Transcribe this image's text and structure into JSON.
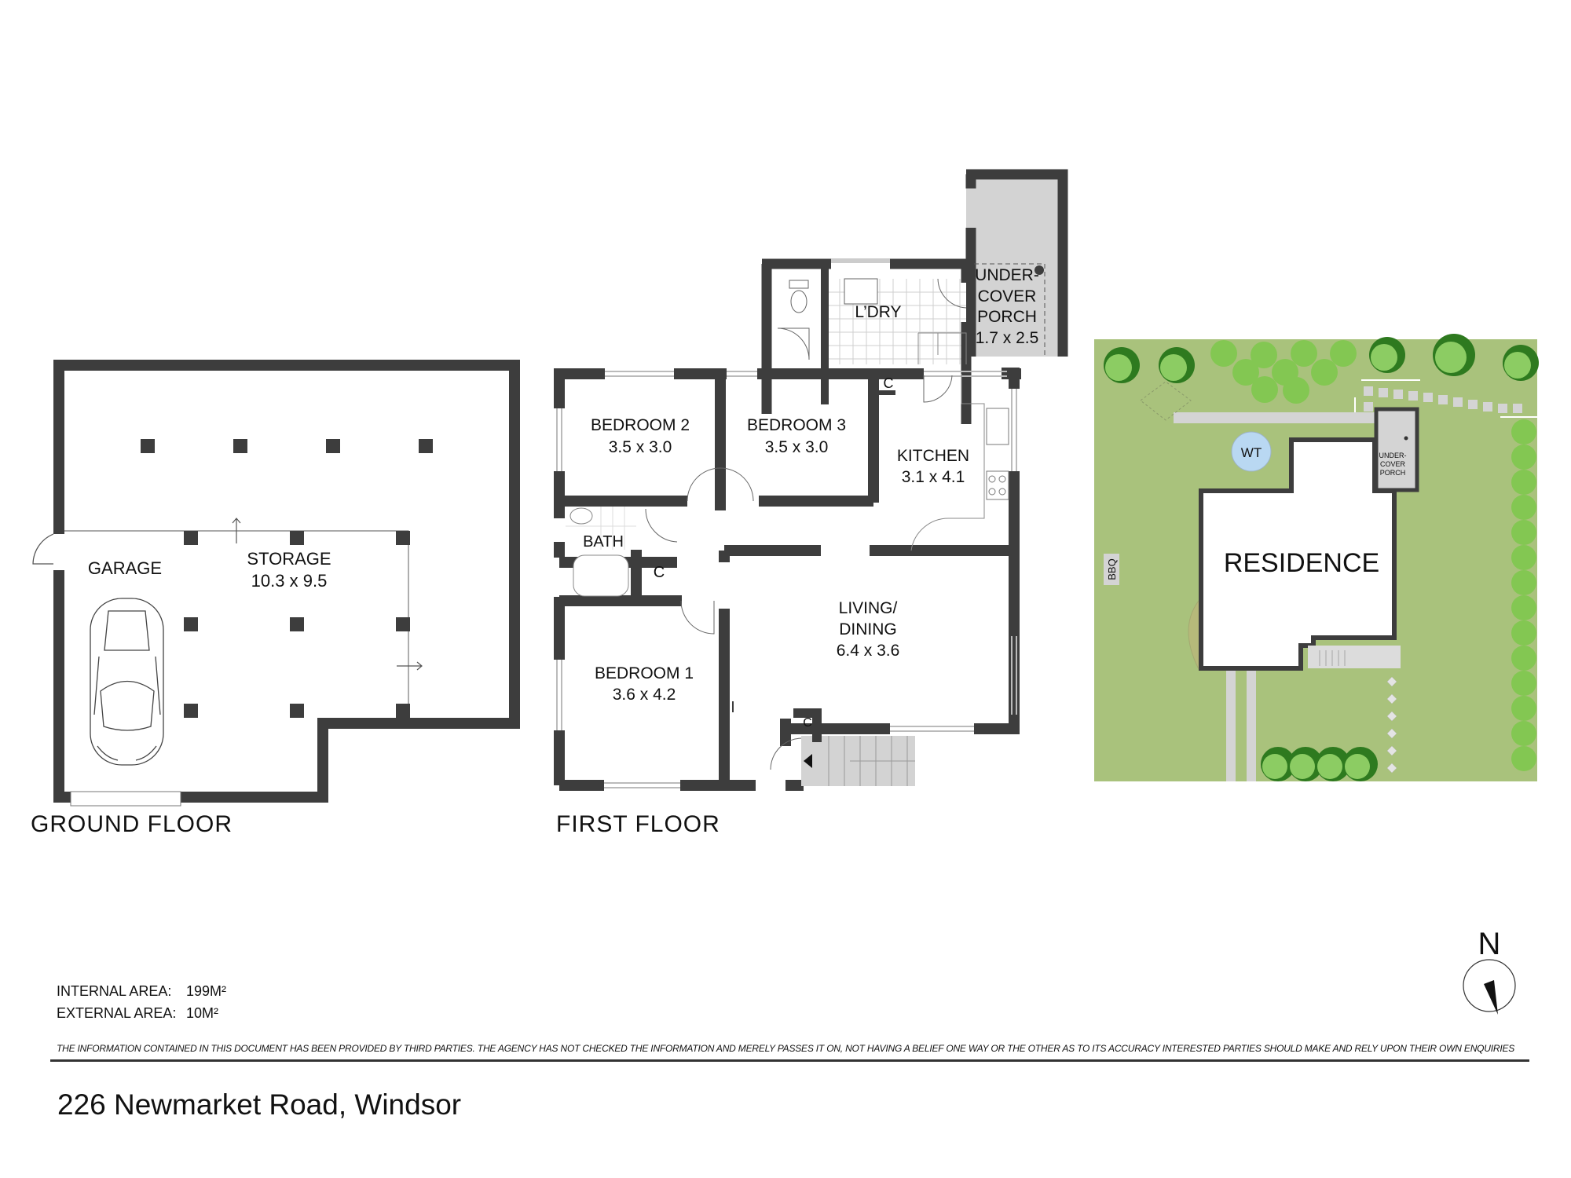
{
  "document": {
    "address": "226 Newmarket Road, Windsor",
    "areas": {
      "internal_label": "INTERNAL AREA:",
      "internal_value": "199M²",
      "external_label": "EXTERNAL AREA:",
      "external_value": "10M²"
    },
    "disclaimer": "THE INFORMATION CONTAINED IN THIS DOCUMENT HAS BEEN PROVIDED BY THIRD PARTIES. THE AGENCY HAS NOT CHECKED THE INFORMATION AND MERELY PASSES IT ON, NOT HAVING A BELIEF ONE WAY OR   THE OTHER AS TO ITS ACCURACY   INTERESTED PARTIES SHOULD MAKE AND RELY UPON THEIR OWN ENQUIRIES",
    "compass_label": "N"
  },
  "ground_floor": {
    "title": "GROUND FLOOR",
    "rooms": [
      {
        "name": "GARAGE",
        "dims": ""
      },
      {
        "name": "STORAGE",
        "dims": "10.3 x 9.5"
      }
    ]
  },
  "first_floor": {
    "title": "FIRST FLOOR",
    "rooms": [
      {
        "name": "BEDROOM 2",
        "dims": "3.5 x 3.0"
      },
      {
        "name": "BEDROOM 3",
        "dims": "3.5 x 3.0"
      },
      {
        "name": "KITCHEN",
        "dims": "3.1 x 4.1"
      },
      {
        "name": "L’DRY",
        "dims": ""
      },
      {
        "name": "UNDER-",
        "dims": "COVER"
      },
      {
        "name": "PORCH",
        "dims": "1.7 x 2.5"
      },
      {
        "name": "BATH",
        "dims": ""
      },
      {
        "name": "C",
        "dims": ""
      },
      {
        "name": "LIVING/",
        "dims": "DINING"
      },
      {
        "name": "6.4 x 3.6",
        "dims": ""
      },
      {
        "name": "BEDROOM 1",
        "dims": "3.6 x 4.2"
      }
    ],
    "closet_label": "C"
  },
  "site_plan": {
    "residence_label": "RESIDENCE",
    "water_tank_label": "WT",
    "bbq_label": "BBQ",
    "porch_label_lines": [
      "UNDER-",
      "COVER",
      "PORCH"
    ]
  },
  "colors": {
    "wall": "#3d3d3d",
    "lawn": "#a9c27c",
    "tree_dark": "#2e7a1f",
    "tree_light": "#8ccc63",
    "paving": "#d4d4d4",
    "porch_fill": "#d3d3d3",
    "water_tank": "#b9d8f2"
  }
}
